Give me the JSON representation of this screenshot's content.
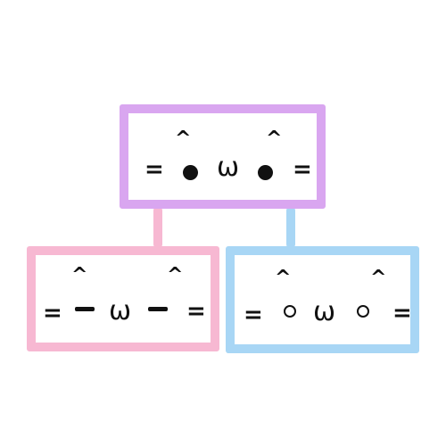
{
  "colors": {
    "top_border": "#d9a6f0",
    "left_border": "#f7b8d2",
    "right_border": "#a8d6f5",
    "connector_left": "#f7b8d2",
    "connector_right": "#a8d6f5"
  },
  "faces": {
    "top": {
      "ear_left": "^",
      "ear_right": "^",
      "whisker_left": "=",
      "whisker_right": "=",
      "mouth": "ω",
      "eye_style": "dot"
    },
    "left": {
      "ear_left": "^",
      "ear_right": "^",
      "whisker_left": "=",
      "whisker_right": "=",
      "mouth": "ω",
      "eye_style": "dash"
    },
    "right": {
      "ear_left": "^",
      "ear_right": "^",
      "whisker_left": "=",
      "whisker_right": "=",
      "mouth": "ω",
      "eye_style": "ring"
    }
  }
}
